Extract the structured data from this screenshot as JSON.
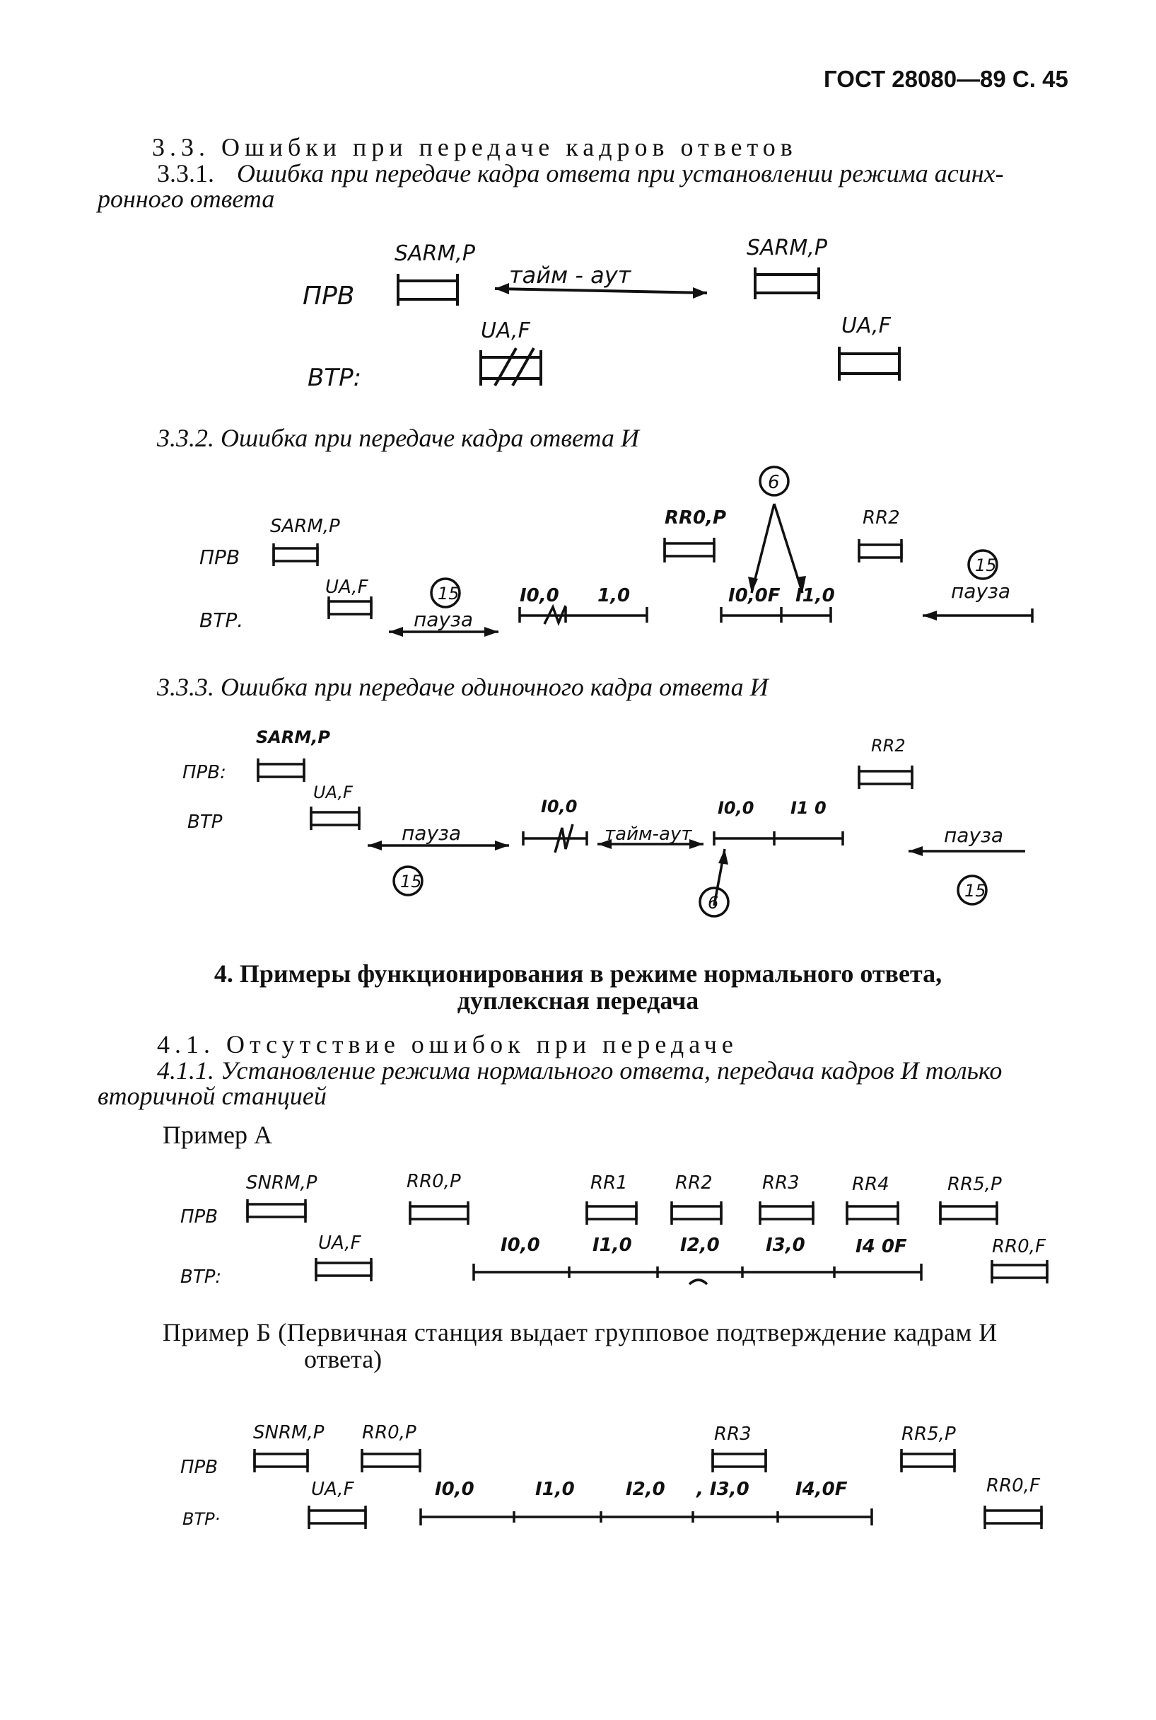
{
  "header": "ГОСТ 28080—89 С. 45",
  "s33": {
    "title": "3.3. Ошибки при передаче кадров ответов",
    "s331_num": "3.3.1.",
    "s331_line1": "Ошибка при передаче кадра ответа при установлении режима асинх-",
    "s331_line2": "ронного ответа",
    "s332": "3.3.2. Ошибка при передаче кадра ответа И",
    "s333": "3.3.3. Ошибка при передаче одиночного кадра ответа И"
  },
  "d1": {
    "prv": "ПРВ",
    "vtr": "ВТР:",
    "sarm1": "SARM,P",
    "sarm2": "SARM,P",
    "timeout": "тайм - аут",
    "ua1": "UA,F",
    "ua2": "UA,F"
  },
  "d2": {
    "prv": "ПРВ",
    "vtr": "ВТР.",
    "sarm": "SARM,P",
    "ua": "UA,F",
    "pause1": "пауза",
    "c15a": "15",
    "i00": "I0,0",
    "i10": "1,0",
    "rr0p": "RR0,P",
    "c6": "6",
    "i00f": "I0,0F",
    "i110": "I1,0",
    "rr2": "RR2",
    "c15b": "15",
    "pause2": "пауза"
  },
  "d3": {
    "prv": "ПРВ:",
    "vtr": "ВТР",
    "sarm": "SARM,P",
    "ua": "UA,F",
    "pause1": "пауза",
    "c15a": "15",
    "i00": "I0,0",
    "timeout": "тайм-аут",
    "i00b": "I0,0",
    "i10": "I1 0",
    "c6": "6",
    "rr2": "RR2",
    "pause2": "пауза",
    "c15b": "15"
  },
  "s4": {
    "title1": "4. Примеры функционирования в режиме нормального ответа,",
    "title2": "дуплексная передача",
    "s41": "4.1. Отсутствие ошибок при передаче",
    "s411_line1": "4.1.1. Установление режима нормального ответа, передача кадров И только",
    "s411_line2": "вторичной станцией",
    "exA": "Пример А",
    "exB_line1": "Пример Б (Первичная станция выдает групповое подтверждение кадрам И",
    "exB_line2": "ответа)"
  },
  "d4": {
    "prv": "ПРВ",
    "vtr": "ВТР:",
    "snrm": "SNRM,P",
    "rr0p": "RR0,P",
    "rr1": "RR1",
    "rr2": "RR2",
    "rr3": "RR3",
    "rr4": "RR4",
    "rr5p": "RR5,P",
    "ua": "UA,F",
    "i00": "I0,0",
    "i10": "I1,0",
    "i20": "I2,0",
    "i30": "I3,0",
    "i40f": "I4 0F",
    "rr0f": "RR0,F"
  },
  "d5": {
    "prv": "ПРВ",
    "vtr": "ВТР·",
    "snrm": "SNRM,P",
    "rr0p": "RR0,P",
    "rr3": "RR3",
    "rr5p": "RR5,P",
    "ua": "UA,F",
    "i00": "I0,0",
    "i10": "I1,0",
    "i20": "I2,0",
    "i30": ", I3,0",
    "i40f": "I4,0F",
    "rr0f": "RR0,F"
  }
}
